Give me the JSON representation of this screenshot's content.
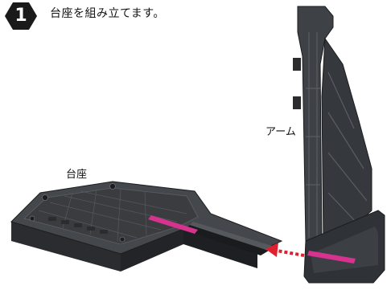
{
  "step": {
    "number": "1",
    "instruction": "台座を組み立てます。"
  },
  "labels": {
    "base": "台座",
    "arm": "アーム"
  },
  "colors": {
    "badge": "#1a1a1a",
    "plastic_dark": "#2b2d30",
    "plastic_mid": "#44474b",
    "plastic_light": "#6a6d72",
    "highlight_magenta": "#d6338f",
    "arrow_red": "#e0202f"
  }
}
